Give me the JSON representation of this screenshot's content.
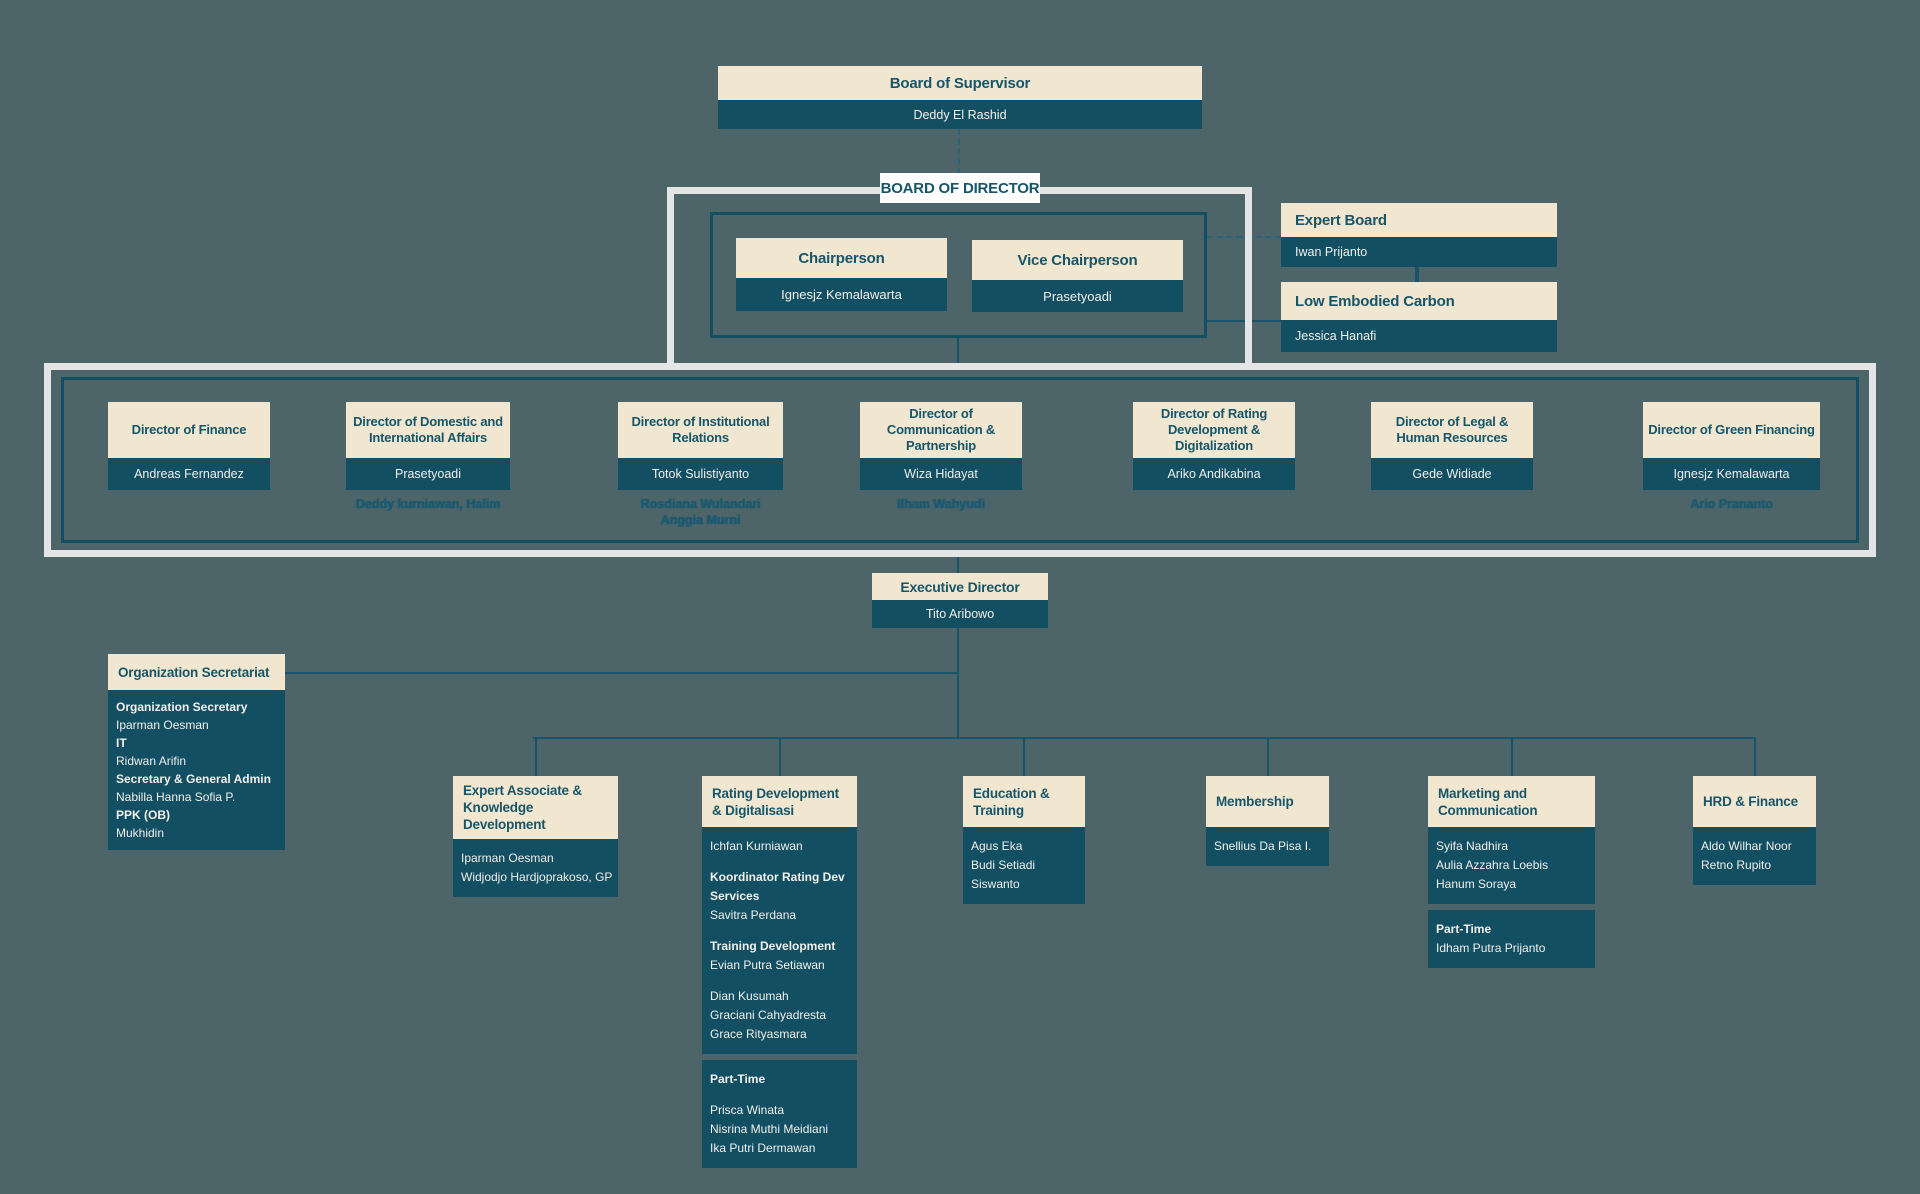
{
  "colors": {
    "background": "#4d6569",
    "cream": "#f1e7d0",
    "dark_teal": "#134f63",
    "title_text": "#175569",
    "white_outline": "#e4e5e7",
    "connector": "#17546a"
  },
  "supervisor": {
    "title": "Board of Supervisor",
    "name": "Deddy El Rashid"
  },
  "board_label": "BOARD OF DIRECTOR",
  "chairperson": {
    "title": "Chairperson",
    "name": "Ignesjz Kemalawarta"
  },
  "vice_chairperson": {
    "title": "Vice Chairperson",
    "name": "Prasetyoadi"
  },
  "expert_board": {
    "title": "Expert Board",
    "name": "Iwan Prijanto"
  },
  "low_embodied_carbon": {
    "title": "Low Embodied Carbon",
    "name": "Jessica Hanafi"
  },
  "directors": [
    {
      "title": "Director of Finance",
      "name": "Andreas Fernandez",
      "assistants": []
    },
    {
      "title": "Director of Domestic and International Affairs",
      "name": "Prasetyoadi",
      "assistants": [
        "Deddy kurniawan, Halim"
      ]
    },
    {
      "title": "Director of Institutional Relations",
      "name": "Totok Sulistiyanto",
      "assistants": [
        "Rosdiana Wulandari",
        "Anggia Murni"
      ]
    },
    {
      "title": "Director of Communication & Partnership",
      "name": "Wiza Hidayat",
      "assistants": [
        "Ilham Wahyudi"
      ]
    },
    {
      "title": "Director of Rating Development & Digitalization",
      "name": "Ariko Andikabina",
      "assistants": []
    },
    {
      "title": "Director of Legal & Human Resources",
      "name": "Gede Widiade",
      "assistants": []
    },
    {
      "title": "Director of Green Financing",
      "name": "Ignesjz Kemalawarta",
      "assistants": [
        "Ario Prananto"
      ]
    }
  ],
  "executive_director": {
    "title": "Executive Director",
    "name": "Tito Aribowo"
  },
  "secretariat": {
    "title": "Organization Secretariat",
    "lines": [
      {
        "t": "Organization Secretary",
        "b": true
      },
      {
        "t": "Iparman Oesman"
      },
      {
        "t": "IT",
        "b": true
      },
      {
        "t": "Ridwan Arifin"
      },
      {
        "t": "Secretary & General Admin",
        "b": true
      },
      {
        "t": "Nabilla Hanna Sofia P."
      },
      {
        "t": "PPK (OB)",
        "b": true
      },
      {
        "t": "Mukhidin"
      }
    ]
  },
  "departments": [
    {
      "title": "Expert Associate & Knowledge Development",
      "body": [
        {
          "t": "Iparman Oesman"
        },
        {
          "t": "Widjodjo Hardjoprakoso, GP"
        }
      ],
      "part_time": null
    },
    {
      "title": "Rating Development & Digitalisasi",
      "body": [
        {
          "t": "Ichfan Kurniawan"
        },
        {
          "t": "Koordinator Rating Dev Services",
          "b": true,
          "sp": true,
          "wrap": true
        },
        {
          "t": "Savitra Perdana"
        },
        {
          "t": "Training Development",
          "b": true,
          "sp": true
        },
        {
          "t": "Evian Putra Setiawan"
        },
        {
          "t": "Dian Kusumah",
          "sp": true
        },
        {
          "t": "Graciani Cahyadresta"
        },
        {
          "t": "Grace Rityasmara"
        }
      ],
      "part_time": [
        {
          "t": "Part-Time",
          "b": true
        },
        {
          "t": "Prisca Winata",
          "sp": true
        },
        {
          "t": "Nisrina Muthi Meidiani"
        },
        {
          "t": "Ika Putri Dermawan"
        }
      ]
    },
    {
      "title": "Education & Training",
      "body": [
        {
          "t": "Agus Eka"
        },
        {
          "t": "Budi Setiadi"
        },
        {
          "t": "Siswanto"
        }
      ],
      "part_time": null
    },
    {
      "title": "Membership",
      "body": [
        {
          "t": "Snellius Da Pisa I."
        }
      ],
      "part_time": null
    },
    {
      "title": "Marketing and Communication",
      "body": [
        {
          "t": "Syifa Nadhira"
        },
        {
          "t": "Aulia Azzahra Loebis"
        },
        {
          "t": "Hanum Soraya"
        }
      ],
      "part_time": [
        {
          "t": "Part-Time",
          "b": true
        },
        {
          "t": "Idham Putra Prijanto"
        }
      ]
    },
    {
      "title": "HRD & Finance",
      "body": [
        {
          "t": "Aldo Wilhar Noor"
        },
        {
          "t": "Retno Rupito"
        }
      ],
      "part_time": null
    }
  ]
}
